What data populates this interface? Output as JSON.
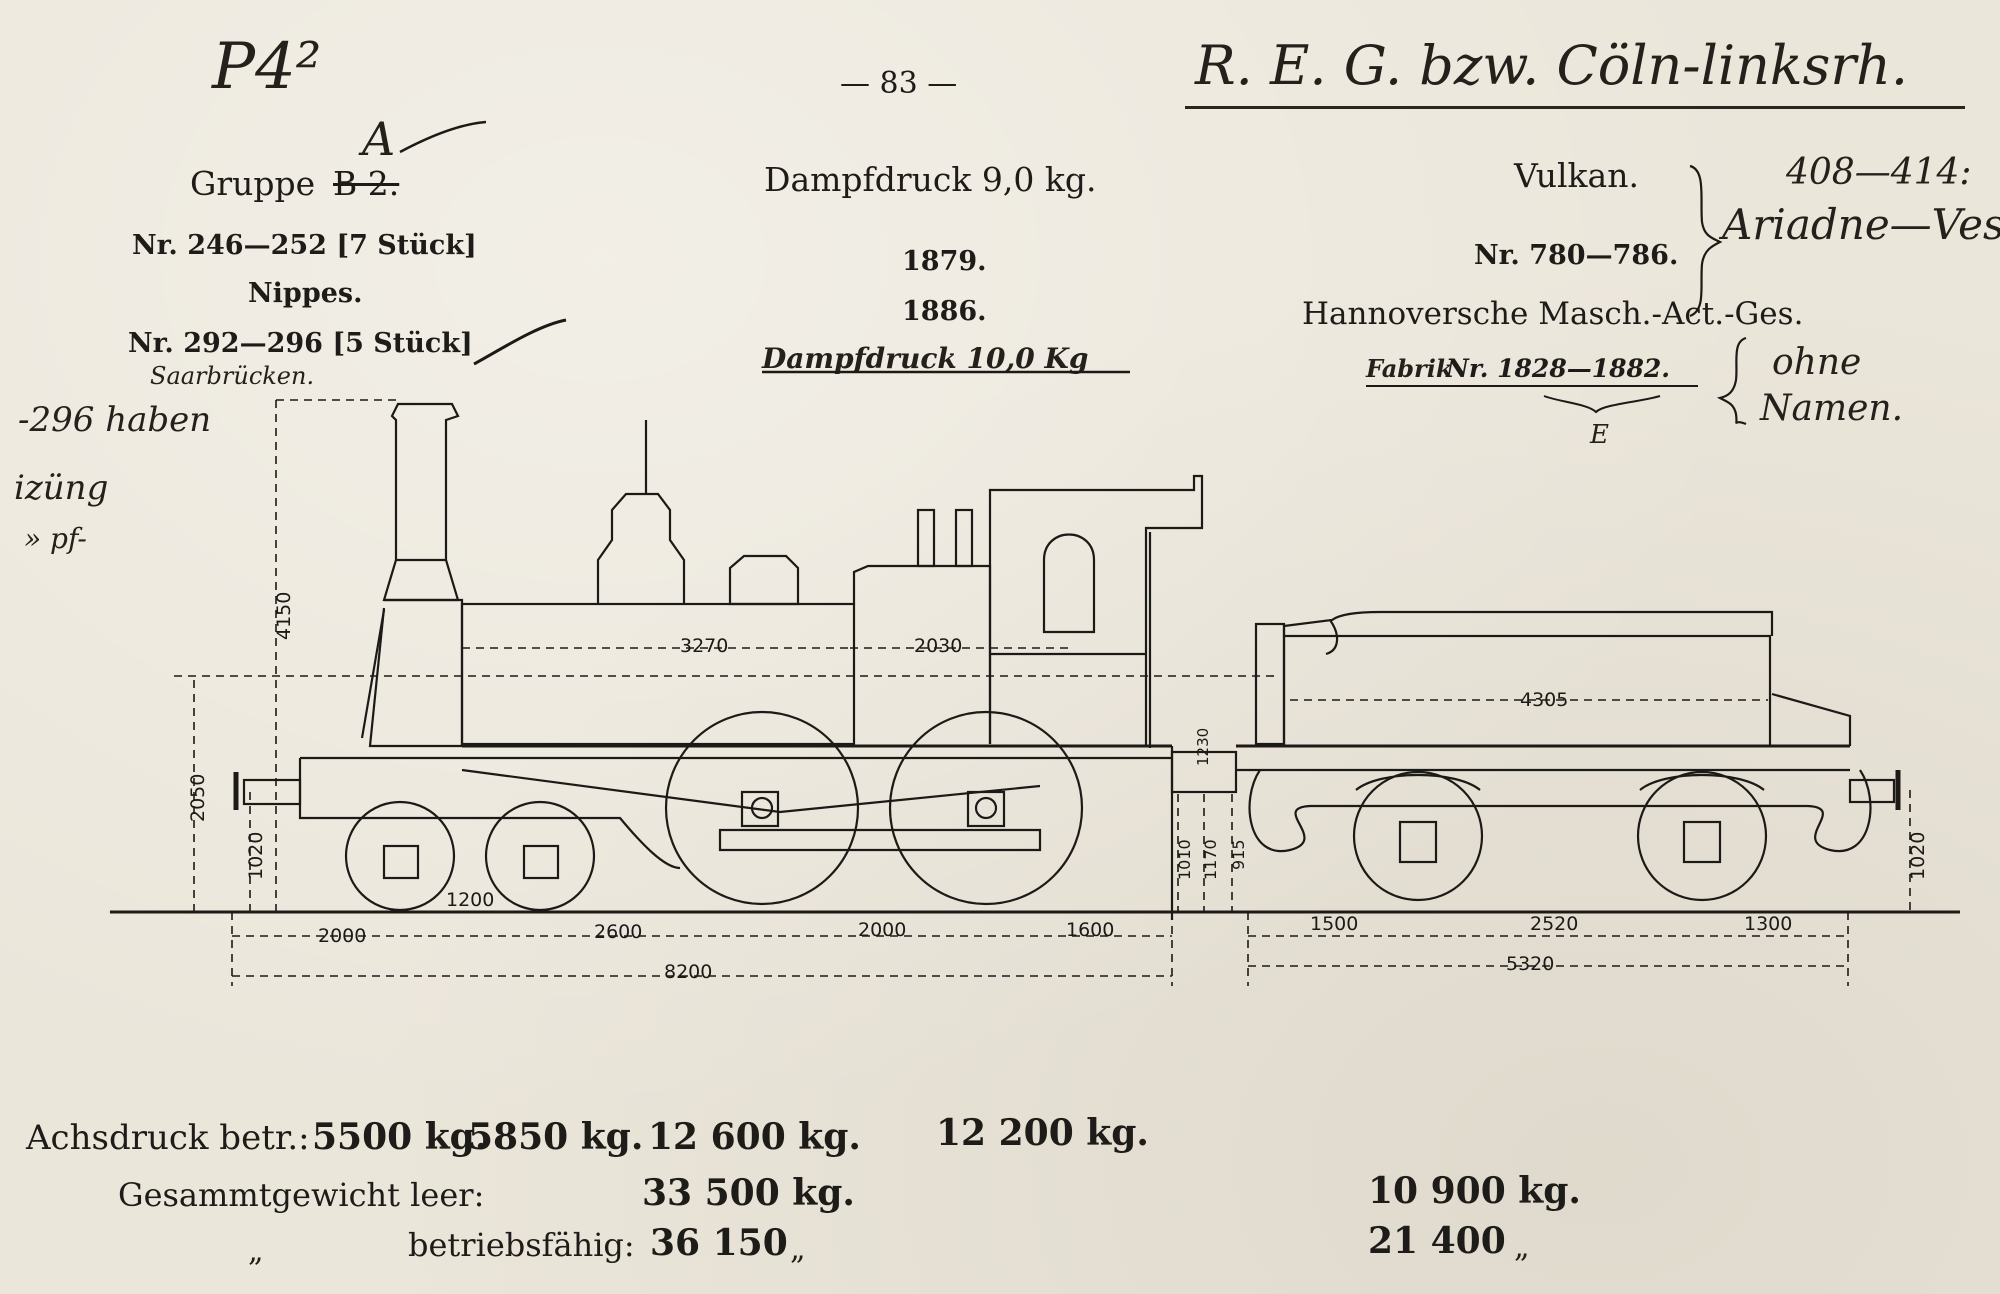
{
  "header": {
    "page_number": "— 83 —",
    "class_mark": "P4²",
    "railway_note": "R. E. G. bzw. Cöln-linksrh."
  },
  "left_block": {
    "gruppe_label": "Gruppe",
    "gruppe_old": "B 2.",
    "gruppe_new": "A",
    "numbers_1": "Nr. 246—252 [7 Stück]",
    "name_1": "Nippes.",
    "numbers_2": "Nr. 292—296 [5 Stück]",
    "handwritten_under": "Saarbrücken.",
    "margin_note_1": "-296 haben",
    "margin_note_2": "izüng",
    "margin_note_3": "» pf-"
  },
  "center_block": {
    "pressure": "Dampfdruck 9,0 kg.",
    "year_1": "1879.",
    "year_2": "1886.",
    "handwritten_pressure": "Dampfdruck 10,0 Kg"
  },
  "right_block": {
    "name": "Vulkan.",
    "numbers": "Nr. 780—786.",
    "builder": "Hannoversche Masch.-Act.-Ges.",
    "fabrik_prefix": "Fabrik",
    "fabrik_numbers": "Nr. 1828—1882.",
    "note_numbers": "408—414:",
    "note_names": "Ariadne—Vest",
    "note_without_1": "ohne",
    "note_without_2": "Namen.",
    "note_small": "E"
  },
  "dimensions": {
    "height_total": "4150",
    "boiler_len": "3270",
    "firebox_len": "2030",
    "tender_tank": "4305",
    "buffer_height": "2050",
    "buffer_low": "1020",
    "bogie_base": "1200",
    "front_overhang": "2000",
    "wheel_base_1": "2600",
    "wheel_base_2": "2000",
    "rear_overhang": "1600",
    "loco_total": "8200",
    "frame_1": "1230",
    "frame_2": "1010",
    "frame_3": "1170",
    "frame_4": "915",
    "tender_1": "1500",
    "tender_2": "2520",
    "tender_3": "1300",
    "tender_total": "5320",
    "tender_buffer": "1020"
  },
  "footer": {
    "achsdruck_label": "Achsdruck betr.:",
    "achsdruck_1": "5500 kg.",
    "achsdruck_2": "5850 kg.",
    "achsdruck_3": "12 600 kg.",
    "achsdruck_4": "12 200 kg.",
    "leer_label": "Gesammtgewicht leer:",
    "leer_loco": "33 500 kg.",
    "leer_tender": "10 900 kg.",
    "ditto_1": "„",
    "betrieb_label": "betriebsfähig:",
    "betrieb_loco": "36 150",
    "ditto_2": "„",
    "betrieb_tender": "21 400",
    "ditto_3": "„"
  }
}
